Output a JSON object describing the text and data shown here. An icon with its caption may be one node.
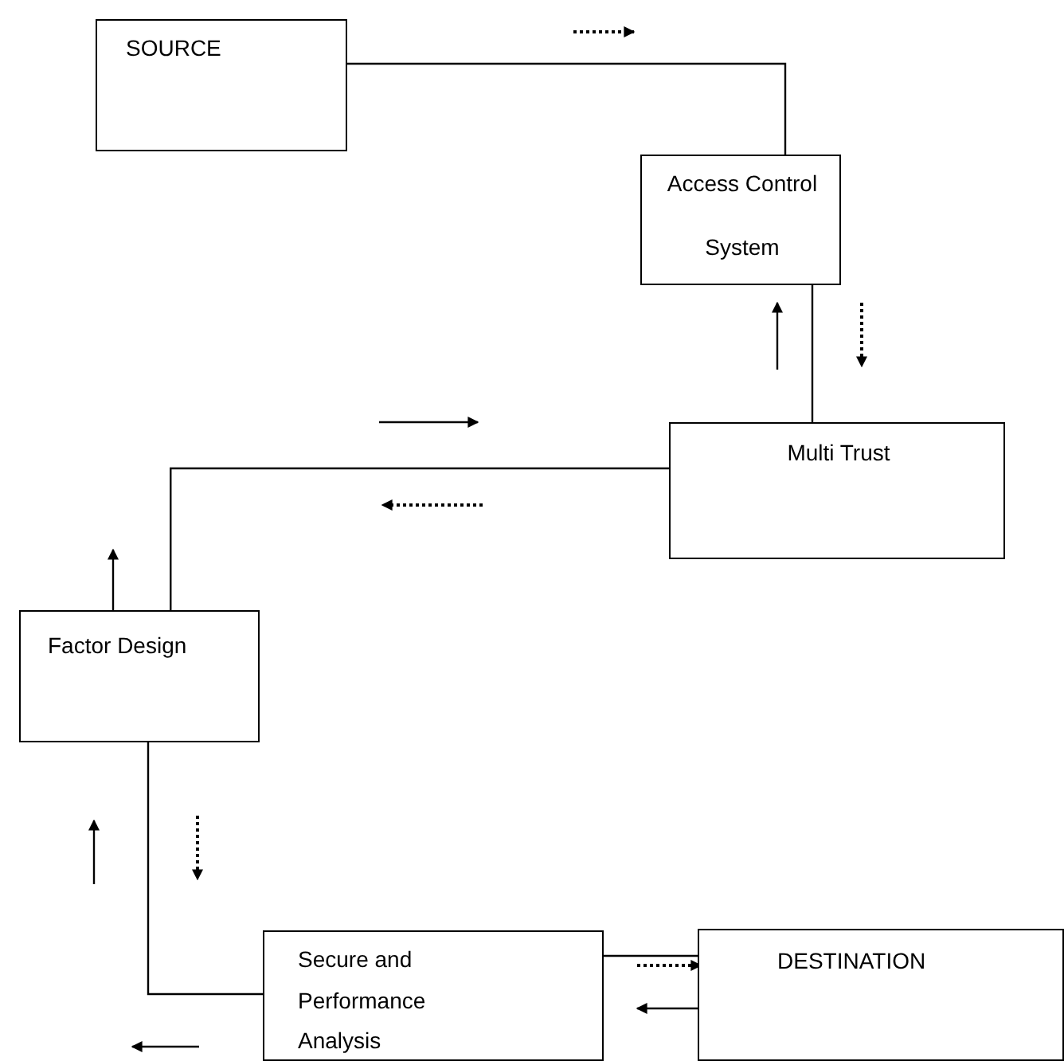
{
  "diagram": {
    "nodes": [
      {
        "text": [
          "SOURCE"
        ]
      },
      {
        "text": [
          "Access Control System"
        ]
      },
      {
        "text": [
          "Multi Trust"
        ]
      },
      {
        "text": [
          "Factor Design"
        ]
      },
      {
        "text": [
          "Secure and Performance Analysis"
        ]
      },
      {
        "text": [
          "DESTINATION"
        ]
      }
    ],
    "edges": [
      {
        "from": 0,
        "to": 1,
        "arrow": "none"
      },
      {
        "from": 1,
        "to": 2,
        "arrow": "none"
      },
      {
        "from": 2,
        "to": 3,
        "arrow": "none"
      },
      {
        "from": 3,
        "to": 4,
        "arrow": "none"
      },
      {
        "from": 4,
        "to": 5,
        "arrow": "none"
      }
    ]
  }
}
